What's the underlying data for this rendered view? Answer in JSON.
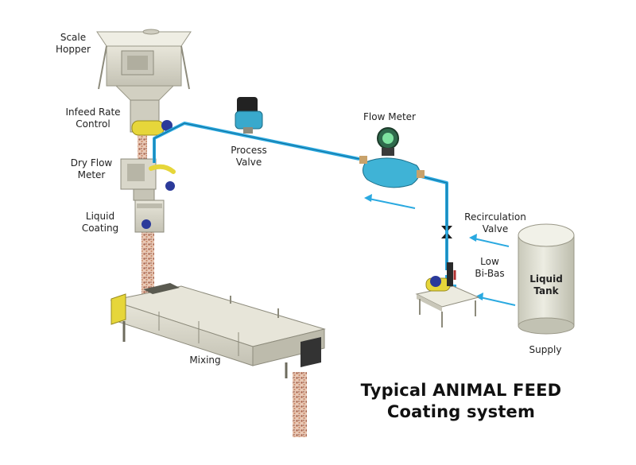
{
  "labels": {
    "scale_hopper": [
      "Scale",
      "Hopper"
    ],
    "infeed_rate_control": [
      "Infeed Rate",
      "Control"
    ],
    "dry_flow_meter": [
      "Dry Flow",
      "Meter"
    ],
    "liquid_coating": [
      "Liquid",
      "Coating"
    ],
    "mixing": "Mixing",
    "process_valve": [
      "Process",
      "Valve"
    ],
    "flow_meter": "Flow Meter",
    "recirculation_valve": [
      "Recirculation",
      "Valve"
    ],
    "low_bi_bas": [
      "Low",
      "Bi-Bas"
    ],
    "liquid_tank": [
      "Liquid",
      "Tank"
    ],
    "supply": "Supply"
  },
  "title": [
    "Typical ANIMAL FEED",
    "Coating system"
  ],
  "colors": {
    "pipe": "#2aa9e0",
    "machine_body": "#d8d6c8",
    "motor_yellow": "#e6d63a",
    "motor_blue": "#2b3a9a",
    "feed_particles": "#b5755a",
    "tank": "#dcdccf"
  }
}
